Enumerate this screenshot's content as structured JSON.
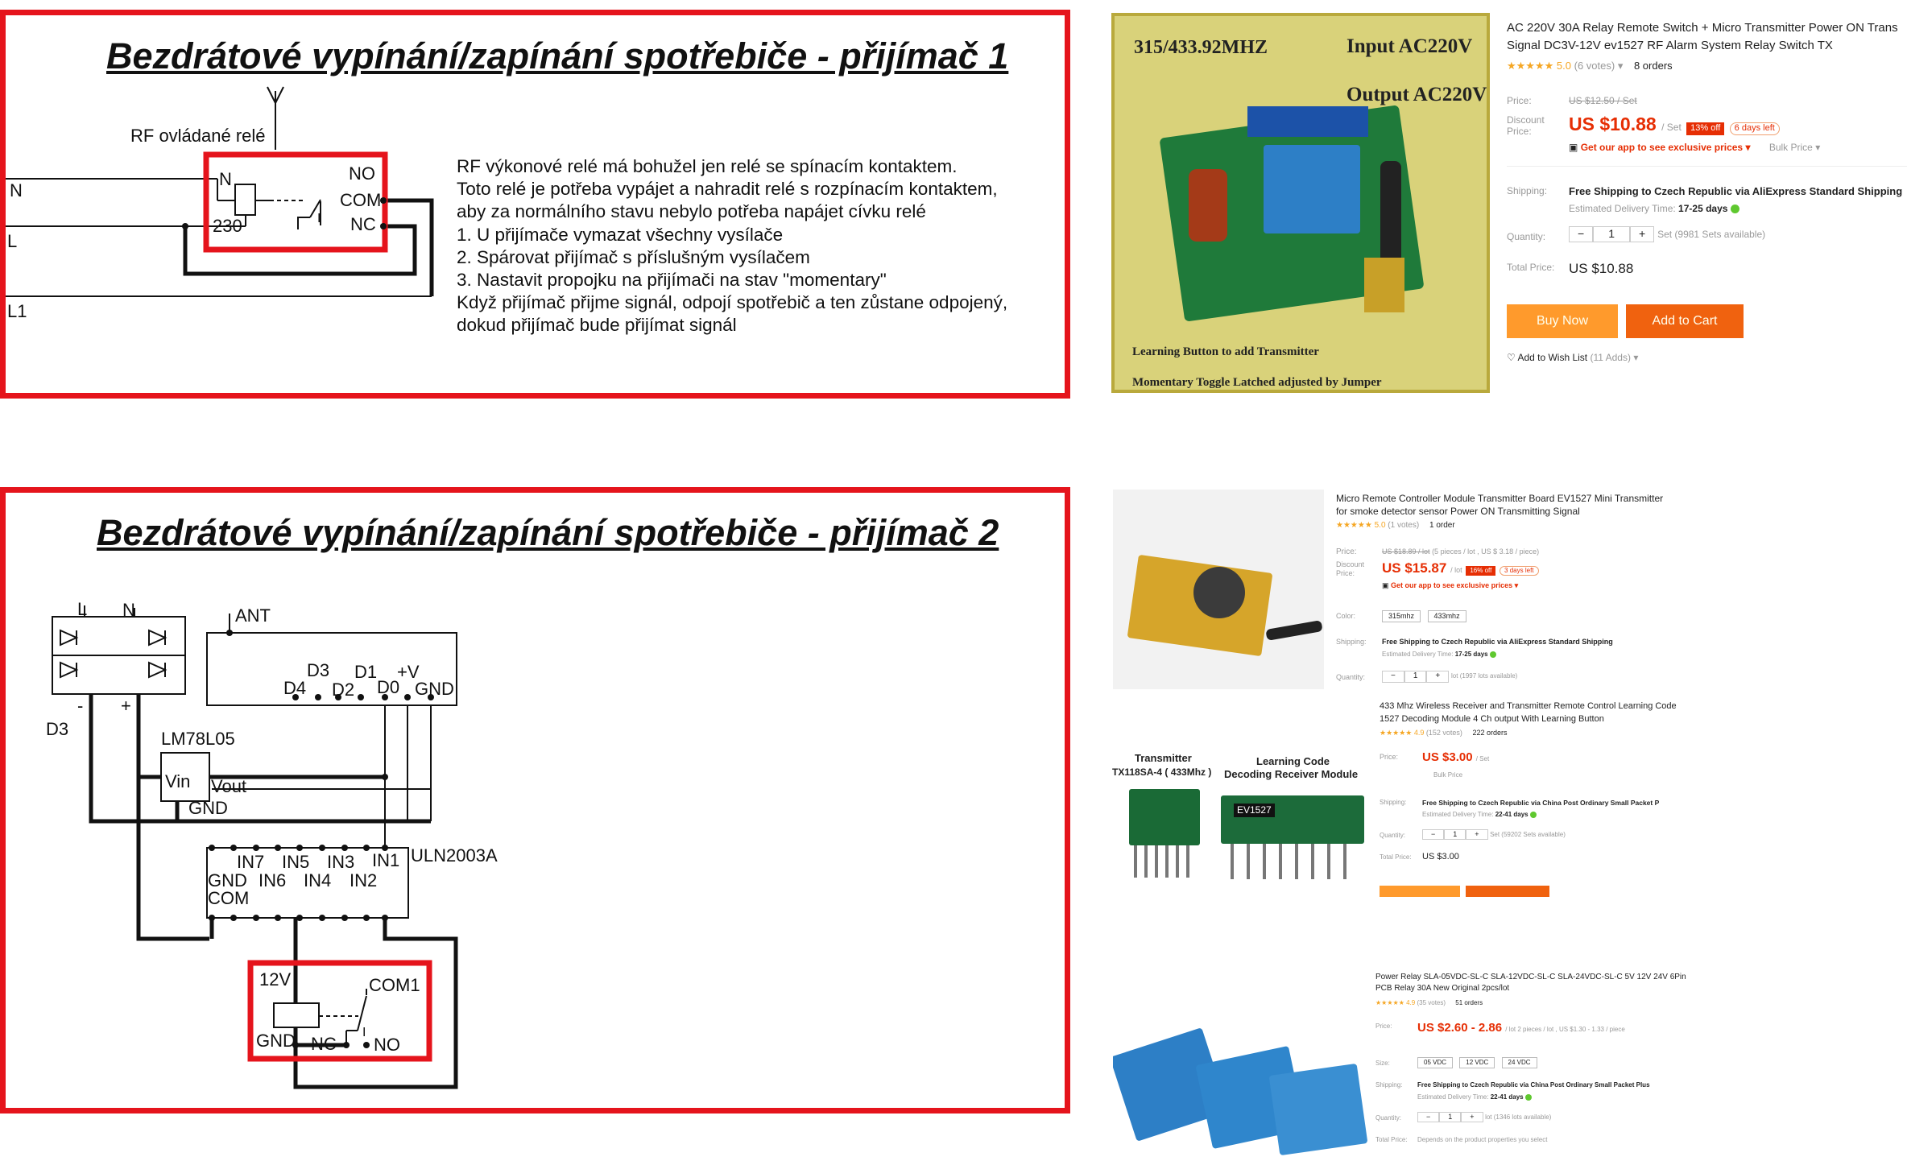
{
  "receiver1": {
    "title": "Bezdrátové vypínání/zapínání spotřebiče - přijímač 1",
    "relay_caption": "RF ovládané relé",
    "lines": {
      "n": "N",
      "l": "L",
      "l1": "L1"
    },
    "relay": {
      "n": "N",
      "v230": "230",
      "no": "NO",
      "com": "COM",
      "nc": "NC",
      "contact": "I"
    },
    "description": [
      "RF výkonové relé má bohužel jen relé se spínacím kontaktem.",
      "Toto relé je potřeba vypájet a nahradit relé s rozpínacím kontaktem,",
      "aby za normálního stavu nebylo potřeba napájet cívku relé",
      "1. U přijímače vymazat všechny vysílače",
      "2. Spárovat přijímač s příslušným vysílačem",
      "3. Nastavit propojku na přijímači na stav \"momentary\"",
      "Když přijímač přijme signál, odpojí spotřebič a ten zůstane odpojený,",
      "dokud přijímač bude přijímat signál"
    ]
  },
  "receiver2": {
    "title": "Bezdrátové vypínání/zapínání spotřebiče - přijímač 2",
    "bridge": {
      "l": "L",
      "n": "N",
      "minus": "-",
      "plus": "+",
      "d3": "D3"
    },
    "ant": "ANT",
    "module_pins": {
      "d3": "D3",
      "d1": "D1",
      "vplus": "+V",
      "d4": "D4",
      "d2": "D2",
      "d0": "D0",
      "gnd": "GND"
    },
    "regulator": {
      "name": "LM78L05",
      "vin": "Vin",
      "vout": "Vout",
      "gnd": "GND"
    },
    "driver": {
      "name": "ULN2003A",
      "in7": "IN7",
      "in5": "IN5",
      "in3": "IN3",
      "in1": "IN1",
      "gnd": "GND",
      "in6": "IN6",
      "in4": "IN4",
      "in2": "IN2",
      "com": "COM"
    },
    "relay": {
      "v12": "12V",
      "com1": "COM1",
      "gnd": "GND",
      "nc": "NC",
      "no": "NO",
      "contact": "I"
    }
  },
  "photo1": {
    "freq": "315/433.92MHZ",
    "input": "Input AC220V",
    "output": "Output AC220V",
    "learning": "Learning Button to add Transmitter",
    "momentary": "Momentary Toggle Latched adjusted by Jumper"
  },
  "listing1": {
    "title1": "AC 220V 30A Relay Remote Switch + Micro Transmitter Power ON Trans",
    "title2": "Signal DC3V-12V ev1527 RF Alarm System Relay Switch TX",
    "rating": "5.0",
    "votes": "(6 votes)",
    "orders": "8 orders",
    "price_label": "Price:",
    "old_price": "US $12.50 / Set",
    "discount_label1": "Discount",
    "discount_label2": "Price:",
    "price": "US $10.88",
    "price_unit": "/ Set",
    "off_badge": "13% off",
    "days_left": "6 days left",
    "app_promo": "Get our app to see exclusive prices",
    "bulk": "Bulk Price",
    "shipping_label": "Shipping:",
    "shipping": "Free Shipping to Czech Republic via AliExpress Standard Shipping",
    "delivery_label": "Estimated Delivery Time:",
    "delivery": "17-25 days",
    "quantity_label": "Quantity:",
    "qty_minus": "−",
    "qty_value": "1",
    "qty_plus": "+",
    "available": "Set (9981 Sets available)",
    "total_label": "Total Price:",
    "total": "US $10.88",
    "buy_now": "Buy Now",
    "add_cart": "Add to Cart",
    "wishlist": "Add to Wish List",
    "wish_adds": "(11 Adds)"
  },
  "listing2": {
    "title1": "Micro Remote Controller Module Transmitter Board EV1527 Mini Transmitter",
    "title2": "for smoke detector sensor Power ON Transmitting Signal",
    "rating": "5.0",
    "votes": "(1 votes)",
    "orders": "1 order",
    "price_label": "Price:",
    "old_price": "US $18.89 / lot",
    "old_note": "(5 pieces / lot , US $ 3.18 / piece)",
    "discount_label1": "Discount",
    "discount_label2": "Price:",
    "price": "US $15.87",
    "price_unit": "/ lot",
    "off_badge": "16% off",
    "days_left": "3 days left",
    "app_promo": "Get our app to see exclusive prices",
    "color_label": "Color:",
    "color1": "315mhz",
    "color2": "433mhz",
    "shipping_label": "Shipping:",
    "shipping": "Free Shipping to Czech Republic via AliExpress Standard Shipping",
    "delivery_label": "Estimated Delivery Time:",
    "delivery": "17-25 days",
    "quantity_label": "Quantity:",
    "qty_value": "1",
    "available": "lot (1997 lots available)"
  },
  "photo3": {
    "transmitter1": "Transmitter",
    "transmitter2": "TX118SA-4 ( 433Mhz )",
    "receiver1": "Learning Code",
    "receiver2": "Decoding Receiver Module",
    "chip": "EV1527"
  },
  "listing3": {
    "title1": "433 Mhz Wireless Receiver and Transmitter Remote Control Learning Code",
    "title2": "1527 Decoding Module 4 Ch output With Learning Button",
    "rating": "4.9",
    "votes": "(152 votes)",
    "orders": "222 orders",
    "price_label": "Price:",
    "price": "US $3.00",
    "price_unit": "/ Set",
    "bulk": "Bulk Price",
    "shipping_label": "Shipping:",
    "shipping": "Free Shipping to Czech Republic via China Post Ordinary Small Packet P",
    "delivery_label": "Estimated Delivery Time:",
    "delivery": "22-41 days",
    "quantity_label": "Quantity:",
    "qty_value": "1",
    "available": "Set (59202 Sets available)",
    "total_label": "Total Price:",
    "total": "US $3.00"
  },
  "listing4": {
    "title1": "Power Relay SLA-05VDC-SL-C SLA-12VDC-SL-C SLA-24VDC-SL-C 5V 12V 24V 6Pin",
    "title2": "PCB Relay 30A New Original 2pcs/lot",
    "rating": "4.9",
    "votes": "(35 votes)",
    "orders": "51 orders",
    "price_label": "Price:",
    "price": "US $2.60 - 2.86",
    "price_note": "/ lot 2 pieces / lot , US $1.30 - 1.33 / piece",
    "size_label": "Size:",
    "size1": "05 VDC",
    "size2": "12 VDC",
    "size3": "24 VDC",
    "shipping_label": "Shipping:",
    "shipping": "Free Shipping to Czech Republic via China Post Ordinary Small Packet Plus",
    "delivery_label": "Estimated Delivery Time:",
    "delivery": "22-41 days",
    "quantity_label": "Quantity:",
    "qty_value": "1",
    "available": "lot (1346 lots available)",
    "total_label": "Total Price:",
    "total": "Depends on the product properties you select"
  },
  "colors": {
    "frame_red": "#e5141c",
    "price_red": "#e62e04",
    "star": "#f5a623",
    "buy_orange": "#ff9a2c",
    "cart_orange": "#f0620f",
    "relay_blue": "#2d7fc6",
    "pcb_green": "#1f7a3a"
  }
}
